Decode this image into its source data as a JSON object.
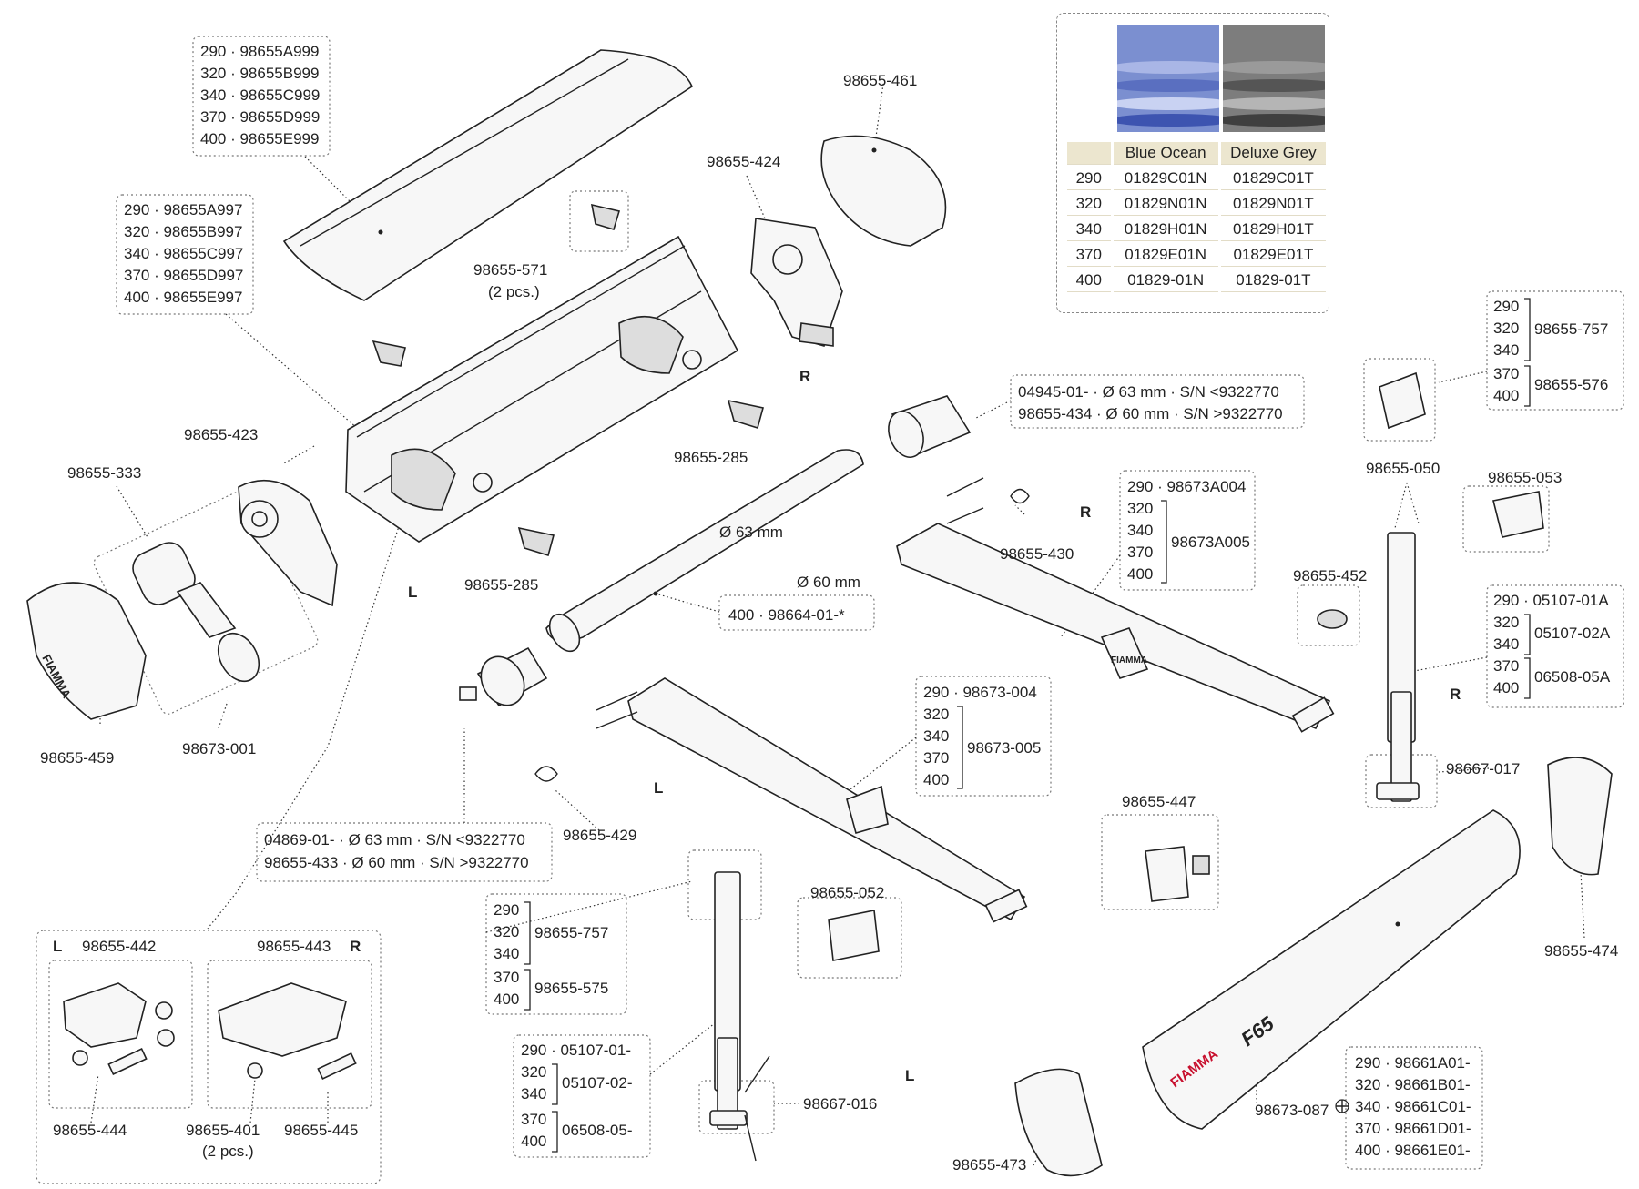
{
  "fabric_table": {
    "headers": [
      "Blue Ocean",
      "Deluxe Grey"
    ],
    "rows": [
      {
        "size": "290",
        "blue": "01829C01N",
        "grey": "01829C01T"
      },
      {
        "size": "320",
        "blue": "01829N01N",
        "grey": "01829N01T"
      },
      {
        "size": "340",
        "blue": "01829H01N",
        "grey": "01829H01T"
      },
      {
        "size": "370",
        "blue": "01829E01N",
        "grey": "01829E01T"
      },
      {
        "size": "400",
        "blue": "01829-01N",
        "grey": "01829-01T"
      }
    ],
    "swatch_colors": {
      "blue": "#7b8fd0",
      "grey": "#7d7d7d"
    }
  },
  "boxes": {
    "top_cover": [
      "290 · 98655A999",
      "320 · 98655B999",
      "340 · 98655C999",
      "370 · 98655D999",
      "400 · 98655E999"
    ],
    "profile": [
      "290 · 98655A997",
      "320 · 98655B997",
      "340 · 98655C997",
      "370 · 98655D997",
      "400 · 98655E997"
    ],
    "front_profile": [
      "290 · 98661A01-",
      "320 · 98661B01-",
      "340 · 98661C01-",
      "370 · 98661D01-",
      "400 · 98661E01-"
    ],
    "roller_tube": "400 · 98664-01-*",
    "endcap_r": [
      "04945-01- · Ø 63 mm · S/N <9322770",
      "98655-434 · Ø 60 mm · S/N >9322770"
    ],
    "endcap_l": [
      "04869-01- · Ø 63 mm · S/N <9322770",
      "98655-433 · Ø 60 mm · S/N >9322770"
    ]
  },
  "bracket_groups": {
    "arm_r": {
      "first": "290 · 98673A004",
      "sizes": [
        "320",
        "340",
        "370",
        "400"
      ],
      "code": "98673A005"
    },
    "arm_l": {
      "first": "290 · 98673-004",
      "sizes": [
        "320",
        "340",
        "370",
        "400"
      ],
      "code": "98673-005"
    },
    "leg_r_top": {
      "sizes_a": [
        "290",
        "320",
        "340"
      ],
      "code_a": "98655-757",
      "sizes_b": [
        "370",
        "400"
      ],
      "code_b": "98655-576"
    },
    "leg_l_top": {
      "sizes_a": [
        "290",
        "320",
        "340"
      ],
      "code_a": "98655-757",
      "sizes_b": [
        "370",
        "400"
      ],
      "code_b": "98655-575"
    },
    "leg_r": {
      "first": "290 · 05107-01A",
      "sizes_b": [
        "320",
        "340"
      ],
      "code_b": "05107-02A",
      "sizes_c": [
        "370",
        "400"
      ],
      "code_c": "06508-05A"
    },
    "leg_l": {
      "first": "290 · 05107-01-",
      "sizes_b": [
        "320",
        "340"
      ],
      "code_b": "05107-02-",
      "sizes_c": [
        "370",
        "400"
      ],
      "code_c": "06508-05-"
    }
  },
  "labels": {
    "p461": "98655-461",
    "p424": "98655-424",
    "p571": "98655-571",
    "p571_qty": "(2 pcs.)",
    "p423": "98655-423",
    "p333": "98655-333",
    "p459": "98655-459",
    "p001": "98673-001",
    "p285a": "98655-285",
    "p285b": "98655-285",
    "p430": "98655-430",
    "p429": "98655-429",
    "p050": "98655-050",
    "p053": "98655-053",
    "p452": "98655-452",
    "p017": "98667-017",
    "p474": "98655-474",
    "p447": "98655-447",
    "p052": "98655-052",
    "p016": "98667-016",
    "p473": "98655-473",
    "p087": "98673-087",
    "p442": "98655-442",
    "p443": "98655-443",
    "p444": "98655-444",
    "p401": "98655-401",
    "p401_qty": "(2 pcs.)",
    "p445": "98655-445",
    "dia63": "Ø 63 mm",
    "dia60": "Ø 60 mm",
    "side_r": "R",
    "side_l": "L",
    "brand": "FIAMMA",
    "model": "F65"
  }
}
